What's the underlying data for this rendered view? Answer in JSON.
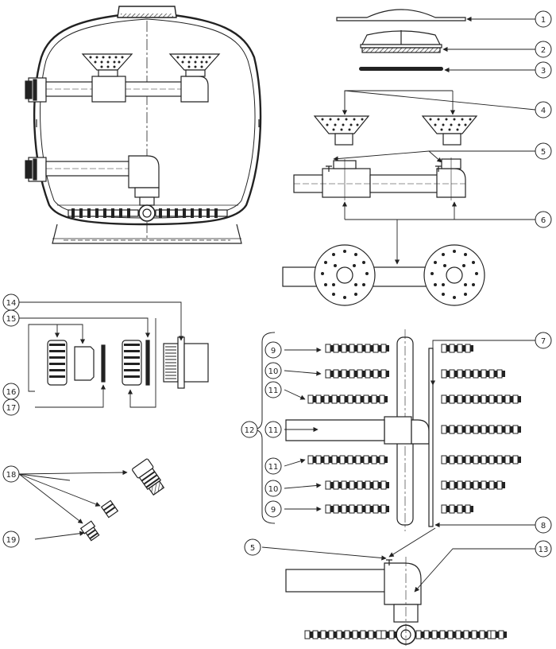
{
  "callouts": [
    {
      "id": "c1",
      "label": "1"
    },
    {
      "id": "c2",
      "label": "2"
    },
    {
      "id": "c3",
      "label": "3"
    },
    {
      "id": "c4",
      "label": "4"
    },
    {
      "id": "c5a",
      "label": "5"
    },
    {
      "id": "c6",
      "label": "6"
    },
    {
      "id": "c7",
      "label": "7"
    },
    {
      "id": "c8",
      "label": "8"
    },
    {
      "id": "c9a",
      "label": "9"
    },
    {
      "id": "c10a",
      "label": "10"
    },
    {
      "id": "c11a",
      "label": "11"
    },
    {
      "id": "c12",
      "label": "12"
    },
    {
      "id": "c11b",
      "label": "11"
    },
    {
      "id": "c11c",
      "label": "11"
    },
    {
      "id": "c10b",
      "label": "10"
    },
    {
      "id": "c9b",
      "label": "9"
    },
    {
      "id": "c5b",
      "label": "5"
    },
    {
      "id": "c13",
      "label": "13"
    },
    {
      "id": "c14",
      "label": "14"
    },
    {
      "id": "c15",
      "label": "15"
    },
    {
      "id": "c16",
      "label": "16"
    },
    {
      "id": "c17",
      "label": "17"
    },
    {
      "id": "c18",
      "label": "18"
    },
    {
      "id": "c19",
      "label": "19"
    }
  ],
  "colors": {
    "line": "#222222",
    "background": "#ffffff",
    "hatch": "#666666"
  }
}
